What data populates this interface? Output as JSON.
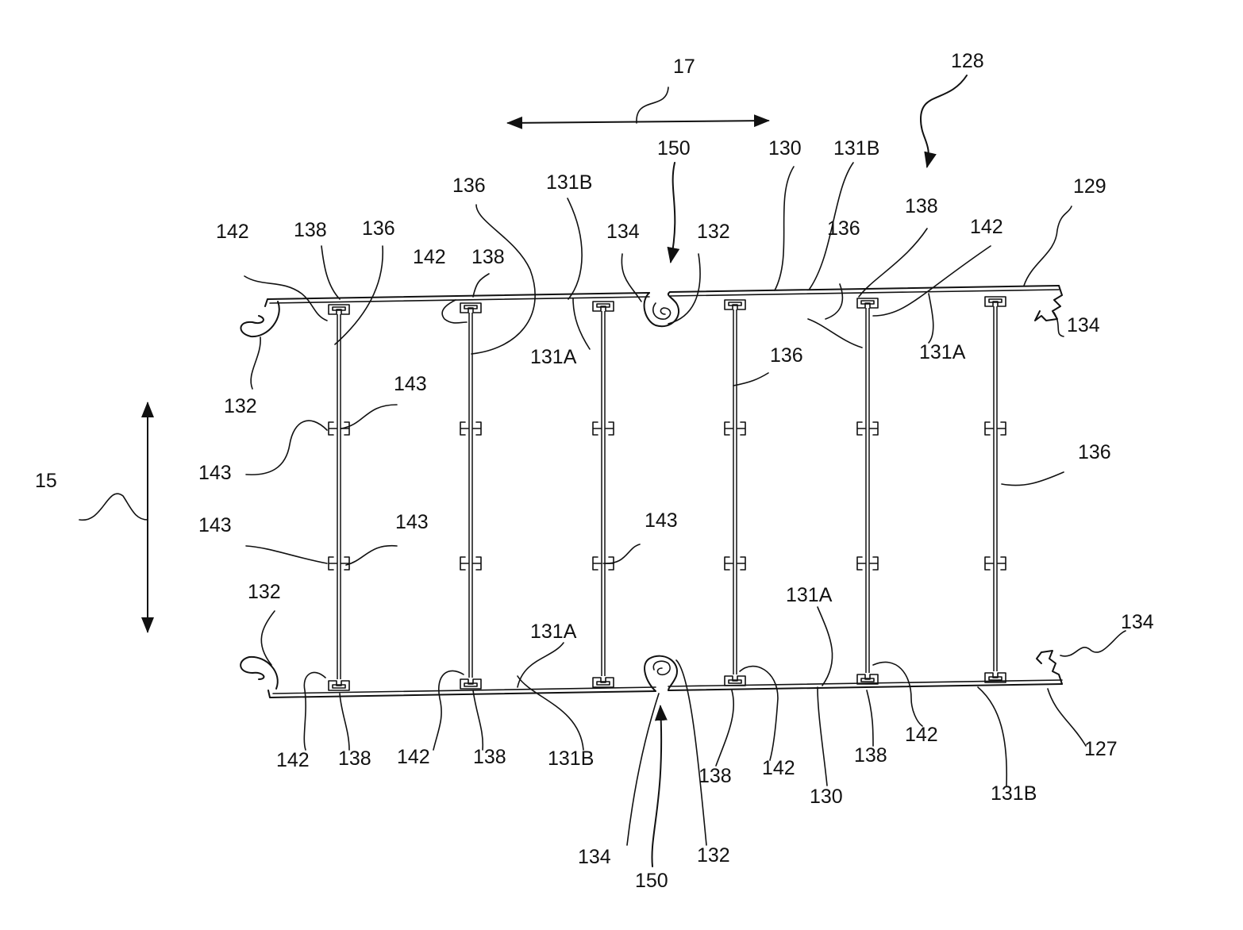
{
  "figure": {
    "style": {
      "line_color": "#111111",
      "background": "#ffffff"
    },
    "labels": {
      "l17": "17",
      "l128": "128",
      "l150_top": "150",
      "l130_top": "130",
      "l131b_t1": "131B",
      "l131b_t2": "131B",
      "l136_a": "136",
      "l136_b": "136",
      "l136_c": "136",
      "l136_d": "136",
      "l136_e": "136",
      "l129": "129",
      "l142_t1": "142",
      "l138_t1": "138",
      "l142_t2": "142",
      "l138_t2": "138",
      "l134_t1": "134",
      "l132_t1": "132",
      "l138_t3": "138",
      "l142_t3": "142",
      "l131a_t1": "131A",
      "l131a_t2": "131A",
      "l134_t2": "134",
      "l132_l1": "132",
      "l143_a": "143",
      "l143_b": "143",
      "l15": "15",
      "l143_c": "143",
      "l143_d": "143",
      "l143_e": "143",
      "l132_l2": "132",
      "l131a_b1": "131A",
      "l131a_b2": "131A",
      "l134_b1": "134",
      "l142_b1": "142",
      "l138_b1": "138",
      "l142_b2": "142",
      "l138_b2": "138",
      "l131b_b1": "131B",
      "l138_b3": "138",
      "l142_b3": "142",
      "l138_b4": "138",
      "l142_b4": "142",
      "l130_b": "130",
      "l127": "127",
      "l131b_b2": "131B",
      "l134_b2": "134",
      "l132_b": "132",
      "l150_b": "150"
    }
  }
}
